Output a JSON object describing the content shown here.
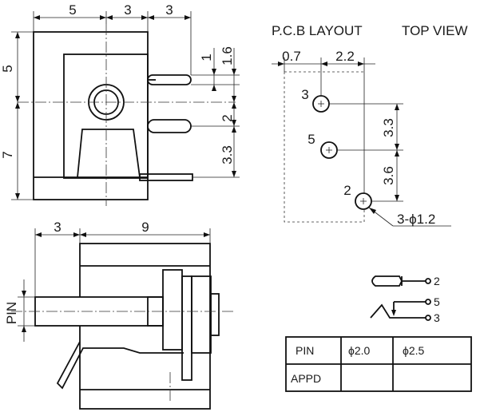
{
  "top_view": {
    "dims_top": [
      "5",
      "3",
      "3"
    ],
    "dims_left": [
      "5",
      "7"
    ],
    "dims_right": [
      "1",
      "1.6",
      "2",
      "3.3"
    ]
  },
  "pcb_layout": {
    "title": "P.C.B LAYOUT",
    "subtitle": "TOP VIEW",
    "dims_top": [
      "0.7",
      "2.2"
    ],
    "dims_right": [
      "3.3",
      "3.6"
    ],
    "pin_labels": [
      "3",
      "5",
      "2"
    ],
    "hole_callout": "3-ϕ1.2"
  },
  "side_view": {
    "dims_top": [
      "3",
      "9"
    ],
    "pin_label": "PIN"
  },
  "schematic": {
    "pins": [
      "2",
      "5",
      "3"
    ]
  },
  "table": {
    "header": [
      "PIN",
      "ϕ2.0",
      "ϕ2.5"
    ],
    "rows": [
      [
        "APPD",
        "",
        ""
      ]
    ]
  }
}
